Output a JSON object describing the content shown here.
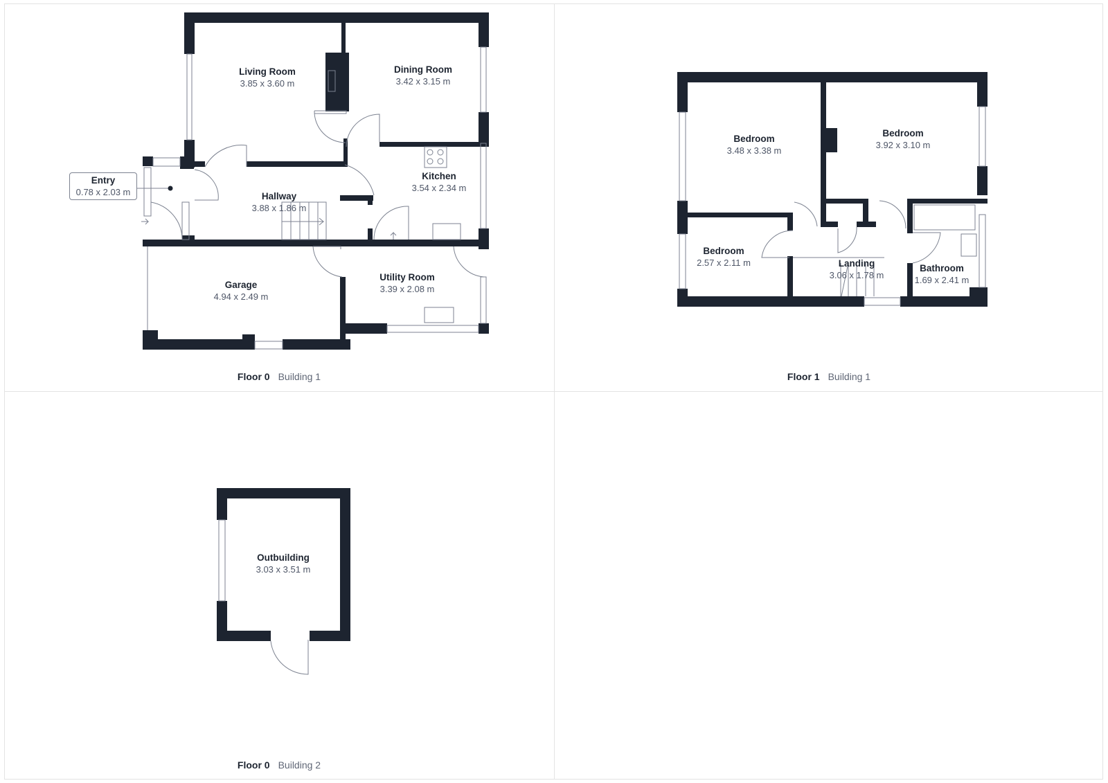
{
  "colors": {
    "wall": "#1d2430",
    "room_name": "#1d2430",
    "room_dim": "#4e5667",
    "caption_building": "#5f6675",
    "grid_line": "#e3e3e3"
  },
  "panels": [
    {
      "floor": "Floor 0",
      "building": "Building 1",
      "rooms": [
        {
          "name": "Living Room",
          "dims": "3.85 x 3.60 m"
        },
        {
          "name": "Dining Room",
          "dims": "3.42 x 3.15 m"
        },
        {
          "name": "Entry",
          "dims": "0.78 x 2.03 m"
        },
        {
          "name": "Hallway",
          "dims": "3.88 x 1.86 m"
        },
        {
          "name": "Kitchen",
          "dims": "3.54 x 2.34 m"
        },
        {
          "name": "Garage",
          "dims": "4.94 x 2.49 m"
        },
        {
          "name": "Utility Room",
          "dims": "3.39 x 2.08 m"
        }
      ]
    },
    {
      "floor": "Floor 1",
      "building": "Building 1",
      "rooms": [
        {
          "name": "Bedroom",
          "dims": "3.48 x 3.38 m"
        },
        {
          "name": "Bedroom",
          "dims": "3.92 x 3.10 m"
        },
        {
          "name": "Bedroom",
          "dims": "2.57 x 2.11 m"
        },
        {
          "name": "Landing",
          "dims": "3.06 x 1.78 m"
        },
        {
          "name": "Bathroom",
          "dims": "1.69 x 2.41 m"
        }
      ]
    },
    {
      "floor": "Floor 0",
      "building": "Building 2",
      "rooms": [
        {
          "name": "Outbuilding",
          "dims": "3.03 x 3.51 m"
        }
      ]
    }
  ]
}
